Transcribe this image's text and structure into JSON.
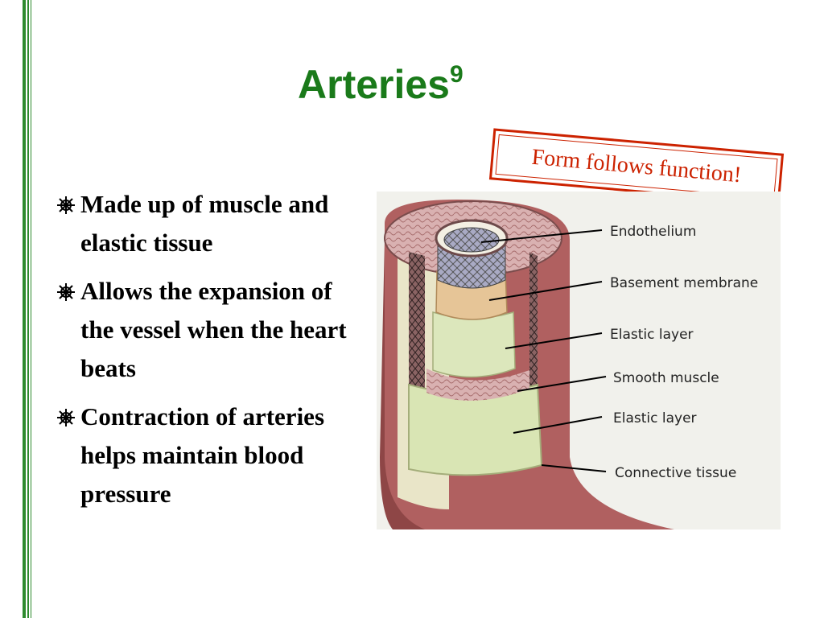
{
  "slide": {
    "title": "Arteries",
    "title_superscript": "9",
    "stamp_text": "Form follows function!",
    "bullets": [
      "Made up of muscle and elastic tissue",
      "Allows the expansion of the vessel when the heart beats",
      "Contraction of arteries helps maintain blood pressure"
    ],
    "bullet_icon": "ship-wheel-icon"
  },
  "diagram": {
    "labels": [
      "Endothelium",
      "Basement membrane",
      "Elastic layer",
      "Smooth muscle",
      "Elastic layer",
      "Connective tissue"
    ]
  },
  "colors": {
    "title_green": "#1a7a1a",
    "border_green": "#2e8b2e",
    "stamp_red": "#cc2200"
  }
}
